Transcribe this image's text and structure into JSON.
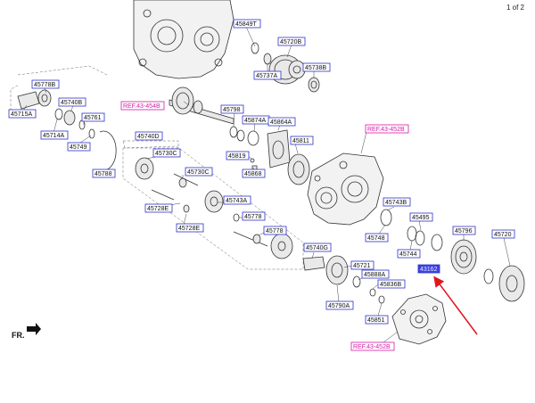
{
  "page_indicator": "1 of 2",
  "fr_label": "FR.",
  "colors": {
    "part_label_border": "#2b33c9",
    "reference_label": "#d61aa6",
    "highlight": "#3d42e0",
    "arrow": "#e0161e"
  },
  "part_labels": {
    "p45849T": "45849T",
    "p45720B": "45720B",
    "p45738B": "45738B",
    "p45737A": "45737A",
    "p45778B": "45778B",
    "p45740B": "45740B",
    "p45715A": "45715A",
    "p45714A": "45714A",
    "p45761": "45761",
    "p45749": "45749",
    "p45788": "45788",
    "p45798": "45798",
    "p45874A": "45874A",
    "p45864A": "45864A",
    "p45811": "45811",
    "p45819": "45819",
    "p45868": "45868",
    "p45740D": "45740D",
    "p45730C_1": "45730C",
    "p45730C_2": "45730C",
    "p45743A": "45743A",
    "p45778_1": "45778",
    "p45778_2": "45778",
    "p45728E_1": "45728E",
    "p45728E_2": "45728E",
    "p45743B": "45743B",
    "p45495": "45495",
    "p45796": "45796",
    "p45720": "45720",
    "p45748": "45748",
    "p45744": "45744",
    "p45740G": "45740G",
    "p45721": "45721",
    "p45888A": "45888A",
    "p45836B": "45836B",
    "p45790A": "45790A",
    "p45851": "45851",
    "p_highlight": "43162"
  },
  "ref_labels": {
    "ref_454b": "REF.43-454B",
    "ref_452b_top": "REF.43-452B",
    "ref_452b_bottom": "REF.43-452B"
  }
}
